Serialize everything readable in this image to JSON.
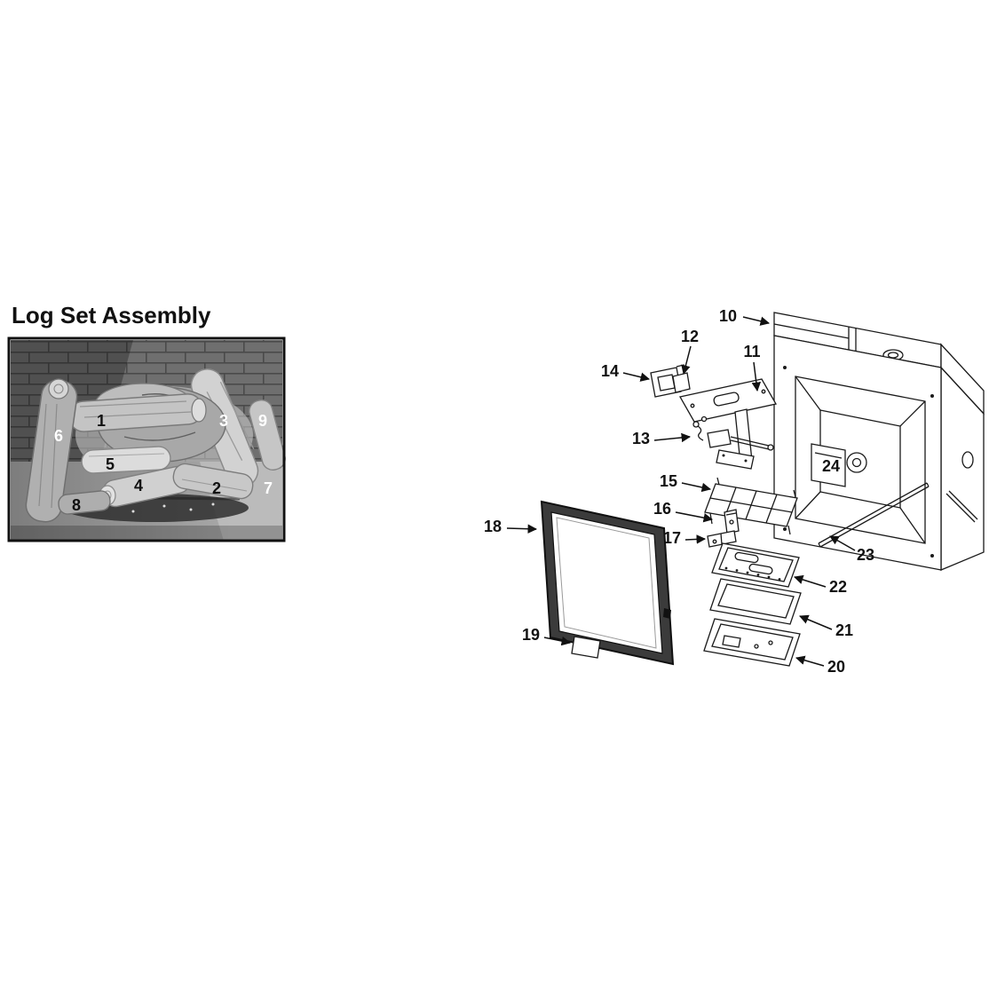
{
  "title": "Log Set Assembly",
  "photo": {
    "callouts": [
      {
        "num": "1",
        "color": "#111111"
      },
      {
        "num": "2",
        "color": "#111111"
      },
      {
        "num": "3",
        "color": "#ffffff"
      },
      {
        "num": "4",
        "color": "#111111"
      },
      {
        "num": "5",
        "color": "#111111"
      },
      {
        "num": "6",
        "color": "#ffffff"
      },
      {
        "num": "7",
        "color": "#ffffff"
      },
      {
        "num": "8",
        "color": "#111111"
      },
      {
        "num": "9",
        "color": "#ffffff"
      }
    ]
  },
  "diagram": {
    "callouts": [
      {
        "num": "10"
      },
      {
        "num": "11"
      },
      {
        "num": "12"
      },
      {
        "num": "13"
      },
      {
        "num": "14"
      },
      {
        "num": "15"
      },
      {
        "num": "16"
      },
      {
        "num": "17"
      },
      {
        "num": "18"
      },
      {
        "num": "19"
      },
      {
        "num": "20"
      },
      {
        "num": "21"
      },
      {
        "num": "22"
      },
      {
        "num": "23"
      },
      {
        "num": "24"
      }
    ]
  }
}
